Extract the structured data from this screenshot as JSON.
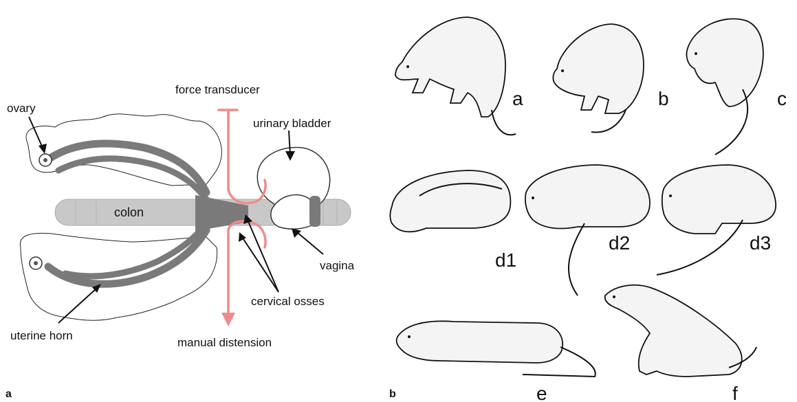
{
  "panel_a": {
    "panel_label": "a",
    "labels": {
      "force_transducer": "force transducer",
      "ovary_top": "ovary",
      "urinary_bladder": "urinary bladder",
      "colon": "colon",
      "vagina": "vagina",
      "cervical_osses": "cervical osses",
      "uterine_horn": "uterine horn",
      "manual_distension": "manual distension"
    },
    "colors": {
      "uterus": "#7a7a7a",
      "colon": "#c8c8c8",
      "instrument": "#f08a8a"
    }
  },
  "panel_b": {
    "panel_label": "b",
    "postures": [
      "a",
      "b",
      "c",
      "d1",
      "d2",
      "d3",
      "e",
      "f"
    ]
  }
}
